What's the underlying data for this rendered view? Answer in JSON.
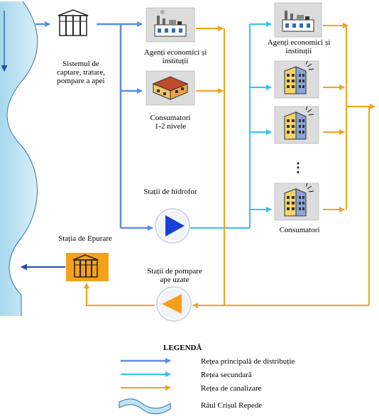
{
  "labels": {
    "sistem": [
      "Sistemul de",
      "captare, tratare,",
      "pompare a apei"
    ],
    "agenti_top": [
      "Agenți economici și",
      "instituții"
    ],
    "consumatori_12": [
      "Consumatori",
      "1-2 nivele"
    ],
    "statii_hidrofor": "Stații de hidrofor",
    "agenti_right": [
      "Agenți economici și",
      "instituții"
    ],
    "consumatori_right": "Consumatori",
    "ellipsis": "⋮",
    "statia_epurare": "Stația de Epurare",
    "statii_pompare": [
      "Stații de pompare",
      "ape uzate"
    ]
  },
  "legend": {
    "title": "LEGENDĂ",
    "items": [
      {
        "label": "Rețea principală de distribuție",
        "color": "#5b8ee6"
      },
      {
        "label": "Rețea secundară",
        "color": "#33c3ee"
      },
      {
        "label": "Rețea de canalizare",
        "color": "#f5a11c"
      },
      {
        "label": "Râul Crișul Repede",
        "color": "#9ccfe6"
      }
    ]
  },
  "colors": {
    "main": "#5b8ee6",
    "secondary": "#33c3ee",
    "sewer": "#f5a11c",
    "river": "#bfe3f0",
    "river_line": "#2e6fb0",
    "epurare_box": "#f5a11c",
    "pump_blue": "#1a3fd6",
    "pump_orange": "#f5a11c"
  }
}
